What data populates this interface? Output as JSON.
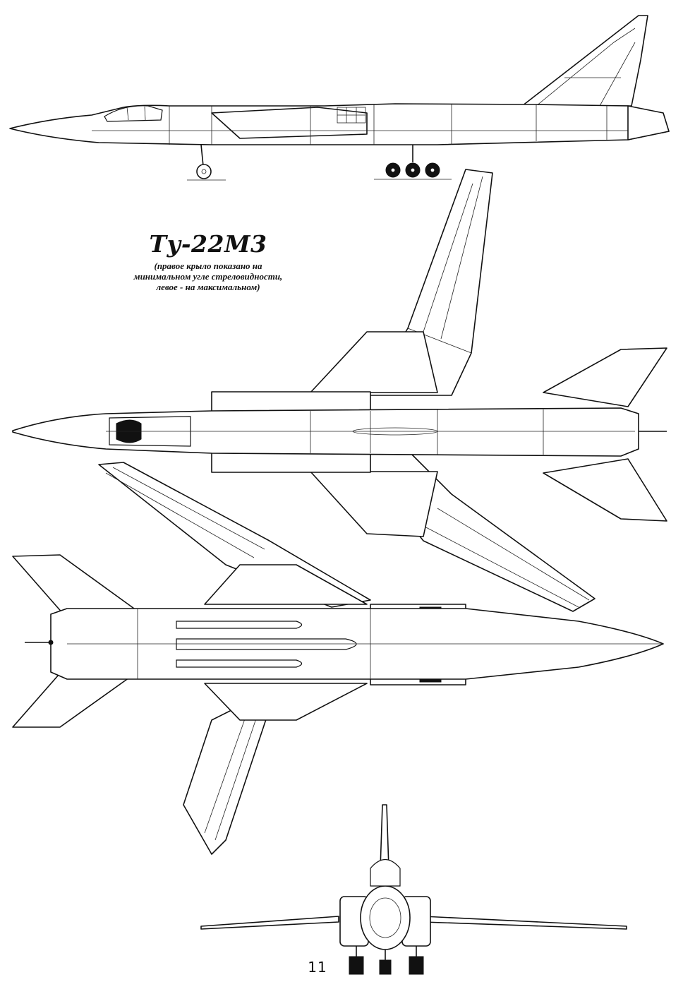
{
  "title": "Ту-22М3",
  "subtitle_lines": [
    "(правое крыло показано на",
    "минимальном угле стреловидности,",
    "левое - на максимальном)"
  ],
  "page_number": "11"
}
